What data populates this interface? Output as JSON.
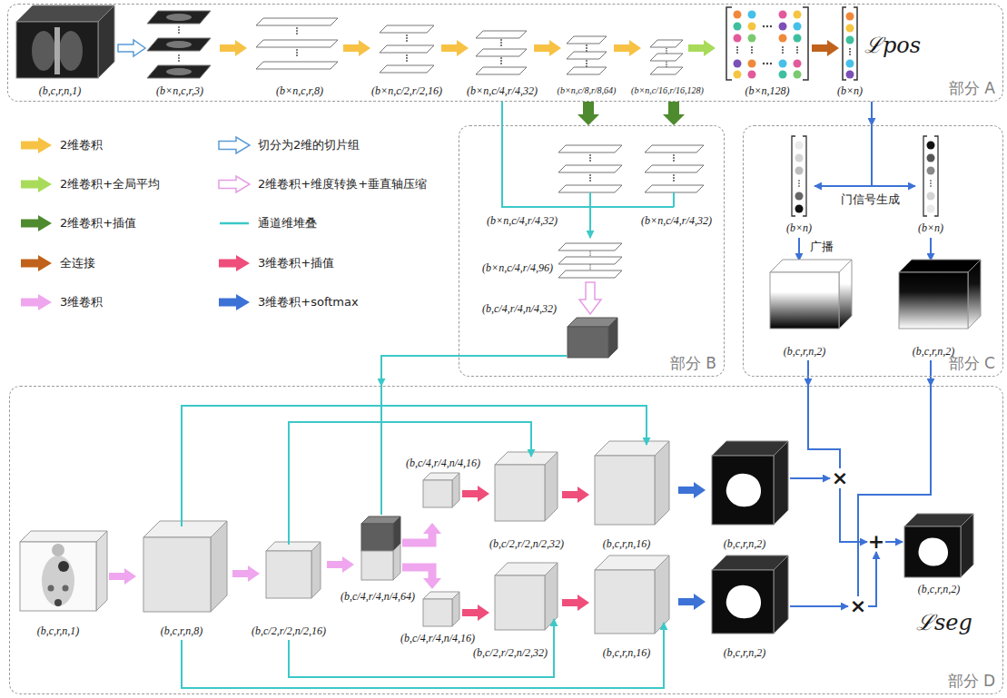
{
  "diagram": {
    "nodes": [
      {
        "text": [
          "部分 A"
        ]
      },
      {
        "text": [
          "部分 B"
        ]
      },
      {
        "text": [
          "部分 C"
        ]
      },
      {
        "text": [
          "部分 D"
        ]
      }
    ],
    "edges": [
      {
        "from": 0,
        "to": 1,
        "arrow": "to"
      },
      {
        "from": 0,
        "to": 1,
        "arrow": "to"
      },
      {
        "from": 0,
        "to": 1,
        "arrow": "none"
      },
      {
        "from": 0,
        "to": 2,
        "arrow": "to"
      },
      {
        "from": 1,
        "to": 3,
        "arrow": "to"
      },
      {
        "from": 2,
        "to": 3,
        "arrow": "to"
      },
      {
        "from": 2,
        "to": 3,
        "arrow": "to"
      }
    ],
    "labels": [
      "(b,c,r,n,1)",
      "(b×n,c,r,3)",
      "(b×n,c,r,8)",
      "(b×n,c/2,r/2,16)",
      "(b×n,c/4,r/4,32)",
      "(b×n,c/8,r/8,64)",
      "(b×n,c/16,r/16,128)",
      "(b×n,128)",
      "(b×n)",
      "ℒpos",
      "(b×n,c/4,r/4,32)",
      "(b×n,c/4,r/4,32)",
      "(b×n,c/4,r/4,96)",
      "(b,c/4,r/4,n/4,32)",
      "(b×n)",
      "门信号生成",
      "(b×n)",
      "广播",
      "(b,c,r,n,2)",
      "(b,c,r,n,2)",
      "(b,c,r,n,1)",
      "(b,c,r,n,8)",
      "(b,c/2,r/2,n/2,16)",
      "(b,c/4,r/4,n/4,64)",
      "(b,c/4,r/4,n/4,16)",
      "(b,c/2,r/2,n/2,32)",
      "(b,c,r,n,16)",
      "(b,c,r,n,2)",
      "(b,c/4,r/4,n/4,16)",
      "(b,c/2,r/2,n/2,32)",
      "(b,c,r,n,16)",
      "(b,c,r,n,2)",
      "×",
      "+",
      "×",
      "(b,c,r,n,2)",
      "ℒseg"
    ],
    "legend": [
      {
        "text": "2维卷积",
        "color": "#F7C244"
      },
      {
        "text": "切分为2维的切片组"
      },
      {
        "text": "2维卷积+全局平均",
        "color": "#A9DB5A"
      },
      {
        "text": "2维卷积+维度转换+垂直轴压缩"
      },
      {
        "text": "2维卷积+插值",
        "color": "#4E8A2E"
      },
      {
        "text": "通道维堆叠"
      },
      {
        "text": "全连接",
        "color": "#C0621B"
      },
      {
        "text": "3维卷积+插值",
        "color": "#EF4D7A"
      },
      {
        "text": "3维卷积",
        "color": "#EFA6EE"
      },
      {
        "text": "3维卷积+softmax",
        "color": "#3C72D6"
      }
    ]
  }
}
